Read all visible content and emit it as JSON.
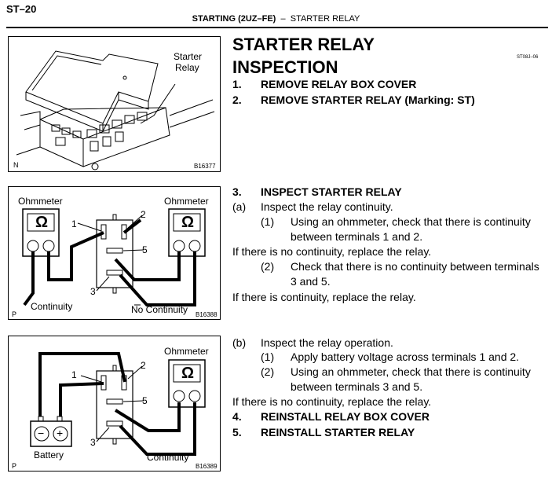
{
  "header": {
    "page_id": "ST–20",
    "section": "STARTING (2UZ–FE)",
    "separator": "–",
    "topic": "STARTER RELAY"
  },
  "figures": {
    "fig1": {
      "label_line1": "Starter",
      "label_line2": "Relay",
      "corner": "N",
      "code": "B16377"
    },
    "fig2": {
      "ohmmeter_left": "Ohmmeter",
      "ohmmeter_right": "Ohmmeter",
      "ohm_symbol": "Ω",
      "t1": "1",
      "t2": "2",
      "t3": "3",
      "t5": "5",
      "continuity": "Continuity",
      "no_continuity": "No Continuity",
      "corner": "P",
      "code": "B16388"
    },
    "fig3": {
      "ohmmeter": "Ohmmeter",
      "ohm_symbol": "Ω",
      "t1": "1",
      "t2": "2",
      "t3": "3",
      "t5": "5",
      "battery": "Battery",
      "continuity": "Continuity",
      "minus": "−",
      "plus": "+",
      "corner": "P",
      "code": "B16389"
    }
  },
  "content": {
    "title1": "STARTER RELAY",
    "title2": "INSPECTION",
    "doc_code": "ST08J–06",
    "s1_num": "1.",
    "s1": "REMOVE RELAY BOX COVER",
    "s2_num": "2.",
    "s2": "REMOVE STARTER RELAY (Marking: ST)",
    "s3_num": "3.",
    "s3": "INSPECT STARTER RELAY",
    "a_num": "(a)",
    "a": "Inspect the relay continuity.",
    "a1_num": "(1)",
    "a1_l1": "Using an ohmmeter, check that there is continuity",
    "a1_l2": "between terminals 1 and 2.",
    "a1_fail": "If there is no continuity, replace the relay.",
    "a2_num": "(2)",
    "a2_l1": "Check that there is no continuity between terminals",
    "a2_l2": "3 and 5.",
    "a2_fail": "If there is continuity, replace the relay.",
    "b_num": "(b)",
    "b": "Inspect the relay operation.",
    "b1_num": "(1)",
    "b1": "Apply battery voltage across terminals 1 and 2.",
    "b2_num": "(2)",
    "b2_l1": "Using an ohmmeter, check that there is continuity",
    "b2_l2": "between terminals 3 and 5.",
    "b2_fail": "If there is no continuity, replace the relay.",
    "s4_num": "4.",
    "s4": "REINSTALL RELAY BOX COVER",
    "s5_num": "5.",
    "s5": "REINSTALL STARTER RELAY"
  }
}
